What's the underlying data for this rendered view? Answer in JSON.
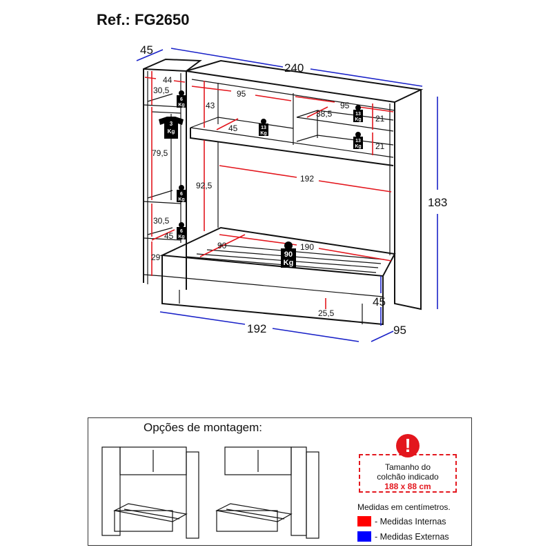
{
  "title": "Ref.: FG2650",
  "external_dims": {
    "depth_left": "45",
    "width_total": "240",
    "height_total": "183",
    "bed_length": "192",
    "bed_depth": "95",
    "bed_height": "45"
  },
  "internal_dims": {
    "d44": "44",
    "d30_5_top": "30,5",
    "d95_a": "95",
    "d43": "43",
    "d95_b": "95",
    "d38_5": "38,5",
    "d21_a": "21",
    "d45_shelf": "45",
    "d21_b": "21",
    "d79_5": "79,5",
    "d92_5": "92,5",
    "d192": "192",
    "d30_5_bottom": "30,5",
    "d45_lower": "45",
    "d90": "90",
    "d190": "190",
    "d29": "29",
    "d25_5": "25,5"
  },
  "weights": {
    "w6a": [
      "6",
      "Kg"
    ],
    "w3": [
      "3",
      "Kg"
    ],
    "w13a": [
      "13",
      "Kg"
    ],
    "w13b": [
      "13",
      "Kg"
    ],
    "w13c": [
      "13",
      "Kg"
    ],
    "w6b": [
      "6",
      "Kg"
    ],
    "w6c": [
      "6",
      "Kg"
    ],
    "w90": [
      "90",
      "Kg"
    ]
  },
  "mounting": {
    "title": "Opções de montagem:"
  },
  "notice": {
    "line1": "Tamanho do",
    "line2": "colchão indicado",
    "size": "188 x 88 cm"
  },
  "legend": {
    "units": "Medidas em centímetros.",
    "internal": "- Medidas Internas",
    "external": "- Medidas Externas",
    "internal_color": "#ff0000",
    "external_color": "#0000ff"
  }
}
